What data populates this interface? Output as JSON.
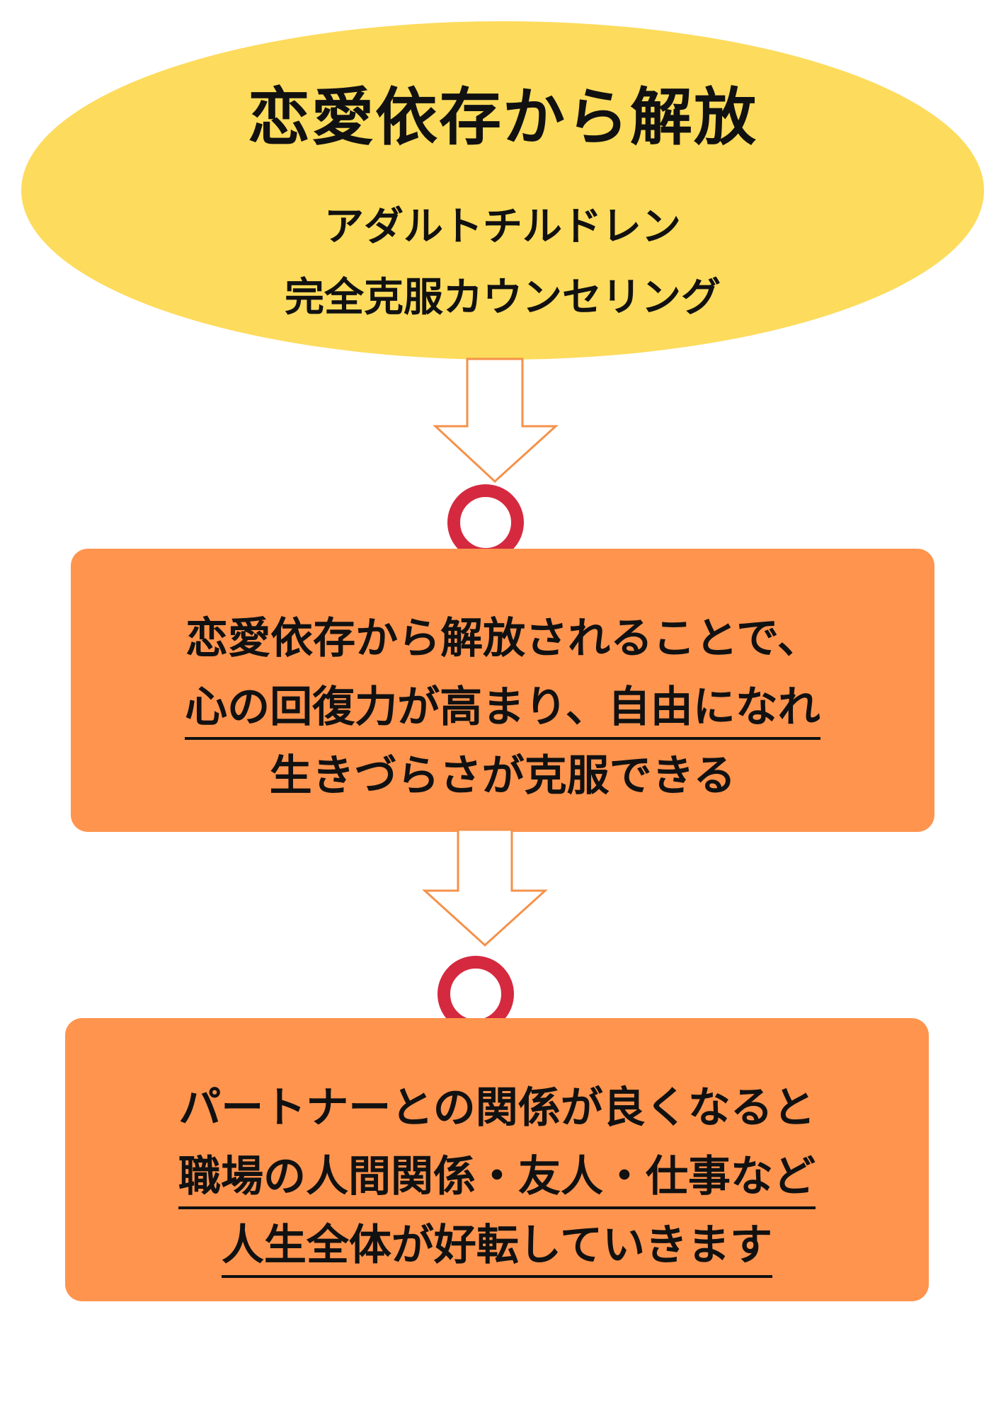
{
  "header": {
    "title": "恋愛依存から解放",
    "subtitle_line1": "アダルトチルドレン",
    "subtitle_line2": "完全克服カウンセリング"
  },
  "step1": {
    "line1": "恋愛依存から解放されることで、",
    "line2": "心の回復力が高まり、自由になれ",
    "line3": "生きづらさが克服できる"
  },
  "step2": {
    "line1": "パートナーとの関係が良くなると",
    "line2": "職場の人間関係・友人・仕事など",
    "line3": "人生全体が好転していきます"
  },
  "colors": {
    "ellipse": "#FDDB5C",
    "box": "#FF944E",
    "ring": "#D5293F",
    "arrow_stroke": "#F4924A"
  },
  "icons": {
    "arrow": "down-arrow-icon",
    "ring": "circle-ok-icon"
  }
}
